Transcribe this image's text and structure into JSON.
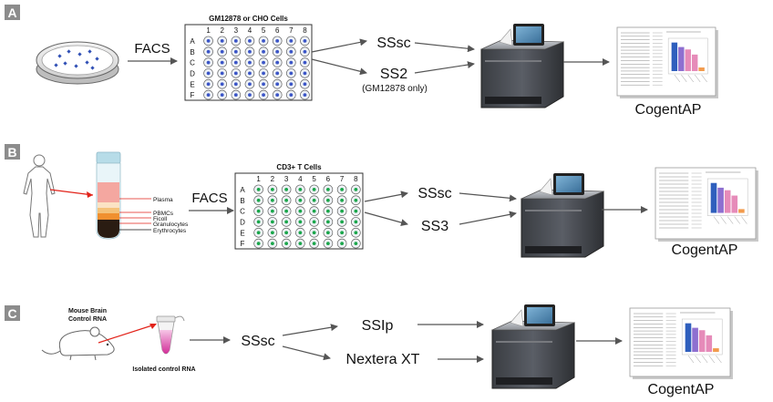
{
  "colors": {
    "panel_badge": "#8c8c8c",
    "arrow": "#555555",
    "well_blue": "#3b55c7",
    "well_green": "#1aa64a",
    "tube_red": "#e2231a",
    "tube_pink": "#f4a7a0",
    "tube_orange": "#f0902f",
    "pbmc": "#f4c27a",
    "erythro": "#2a1c12",
    "bar_blue": "#2f5fbd",
    "bar_purple": "#8e6fd0",
    "bar_pink": "#e68bb9",
    "bar_orange": "#f29b4d"
  },
  "panels": [
    {
      "id": "A",
      "badge": "A",
      "step_label": "FACS",
      "plate_title": "GM12878 or CHO Cells",
      "well_color": "blue",
      "protocols": [
        {
          "name": "SSsc",
          "note": ""
        },
        {
          "name": "SS2",
          "note": "(GM12878 only)"
        }
      ],
      "output_label": "CogentAP"
    },
    {
      "id": "B",
      "badge": "B",
      "step_label": "FACS",
      "plate_title": "CD3+ T Cells",
      "well_color": "green",
      "protocols": [
        {
          "name": "SSsc",
          "note": ""
        },
        {
          "name": "SS3",
          "note": ""
        }
      ],
      "tube_labels": [
        "Plasma",
        "PBMCs",
        "Ficoll",
        "Granulocytes",
        "Erythrocytes"
      ],
      "output_label": "CogentAP"
    },
    {
      "id": "C",
      "badge": "C",
      "source_label_line1": "Mouse Brain",
      "source_label_line2": "Control RNA",
      "tube_caption": "Isolated control RNA",
      "step_label": "SSsc",
      "protocols": [
        {
          "name": "SSIp",
          "note": ""
        },
        {
          "name": "Nextera XT",
          "note": ""
        }
      ],
      "output_label": "CogentAP"
    }
  ],
  "plate": {
    "columns": [
      "1",
      "2",
      "3",
      "4",
      "5",
      "6",
      "7",
      "8"
    ],
    "rows": [
      "A",
      "B",
      "C",
      "D",
      "E",
      "F"
    ]
  },
  "report": {
    "bar_fractions": [
      0.95,
      0.8,
      0.72,
      0.55,
      0.12
    ]
  }
}
